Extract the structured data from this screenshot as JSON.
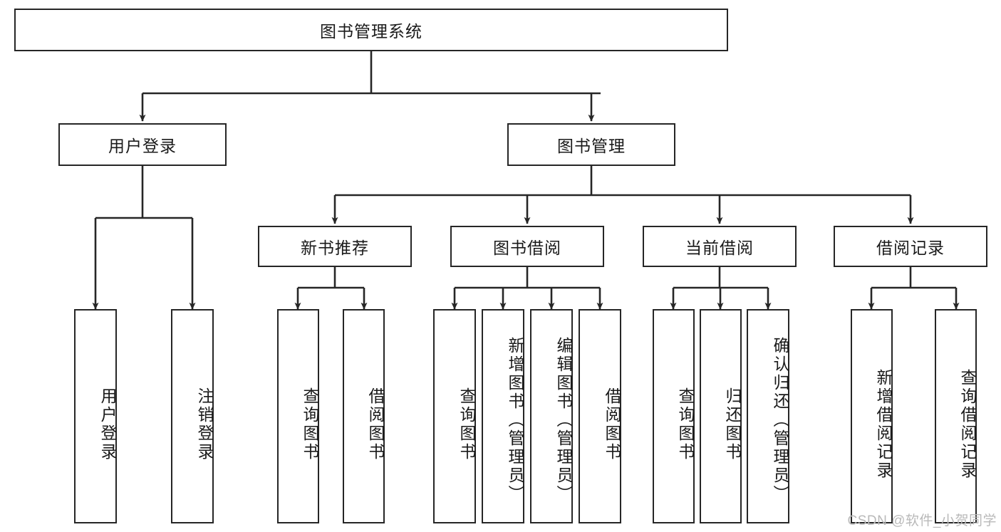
{
  "diagram": {
    "title": "图书管理系统",
    "type": "hierarchy-tree",
    "watermark": "CSDN @软件_小贺同学",
    "colors": {
      "box_border": "#262626",
      "box_fill": "#ffffff",
      "connector": "#262626",
      "text": "#1a1a1a",
      "watermark": "#b9b9b9"
    },
    "root": {
      "label": "图书管理系统"
    },
    "level2": [
      {
        "label": "用户登录"
      },
      {
        "label": "图书管理"
      }
    ],
    "level3": [
      {
        "label": "新书推荐"
      },
      {
        "label": "图书借阅"
      },
      {
        "label": "当前借阅"
      },
      {
        "label": "借阅记录"
      }
    ],
    "leaves": {
      "user_login": [
        {
          "label": "用户登录"
        },
        {
          "label": "注销登录"
        }
      ],
      "new_book": [
        {
          "label": "查询图书"
        },
        {
          "label": "借阅图书"
        }
      ],
      "borrow": [
        {
          "label": "查询图书"
        },
        {
          "label": "新增图书（管理员）"
        },
        {
          "label": "编辑图书（管理员）"
        },
        {
          "label": "借阅图书"
        }
      ],
      "current": [
        {
          "label": "查询图书"
        },
        {
          "label": "归还图书"
        },
        {
          "label": "确认归还（管理员）"
        }
      ],
      "records": [
        {
          "label": "新增借阅记录"
        },
        {
          "label": "查询借阅记录"
        }
      ]
    }
  }
}
